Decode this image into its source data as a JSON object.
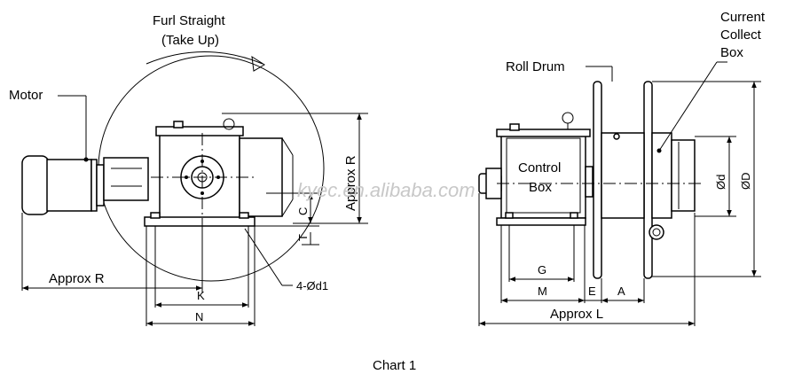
{
  "diagram": {
    "caption": "Chart 1",
    "watermark": "kyec.en.alibaba.com",
    "left_view": {
      "rotation_label_line1": "Furl Straight",
      "rotation_label_line2": "(Take Up)",
      "motor_label": "Motor",
      "dim_approx_r_vertical": "Approx R",
      "dim_approx_r_horizontal": "Approx R",
      "dim_c": "C",
      "dim_t": "T",
      "dim_k": "K",
      "dim_n": "N",
      "dim_bolt": "4-Ød1"
    },
    "right_view": {
      "roll_drum_label": "Roll Drum",
      "current_collect_line1": "Current",
      "current_collect_line2": "Collect",
      "current_collect_line3": "Box",
      "control_box_line1": "Control",
      "control_box_line2": "Box",
      "dim_g": "G",
      "dim_m": "M",
      "dim_e": "E",
      "dim_a": "A",
      "dim_approx_l": "Approx L",
      "dim_small_d": "Ød",
      "dim_big_d": "ØD"
    }
  }
}
